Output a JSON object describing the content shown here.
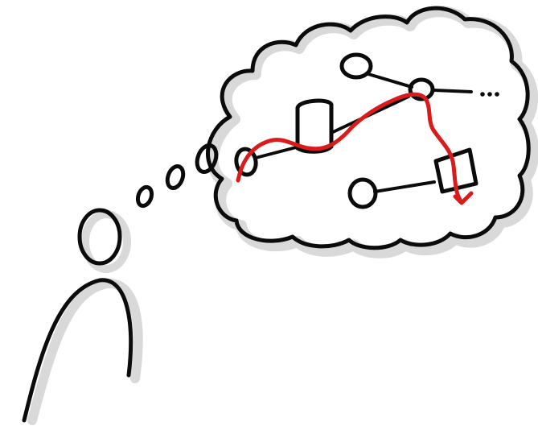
{
  "colors": {
    "background": "#ffffff",
    "ink": "#0b0b0b",
    "shadow": "#d9d9d9",
    "path_highlight": "#d81c1c"
  },
  "figures": {
    "person": "person-outline",
    "thought_bubble": "thought-cloud",
    "thought_trail": "three-small-bubbles",
    "graph_nodes": [
      "circle",
      "circle",
      "cylinder",
      "circle",
      "square",
      "circle"
    ],
    "continuation": "ellipsis-dots",
    "highlighted_route": "red-wavy-arrow"
  }
}
